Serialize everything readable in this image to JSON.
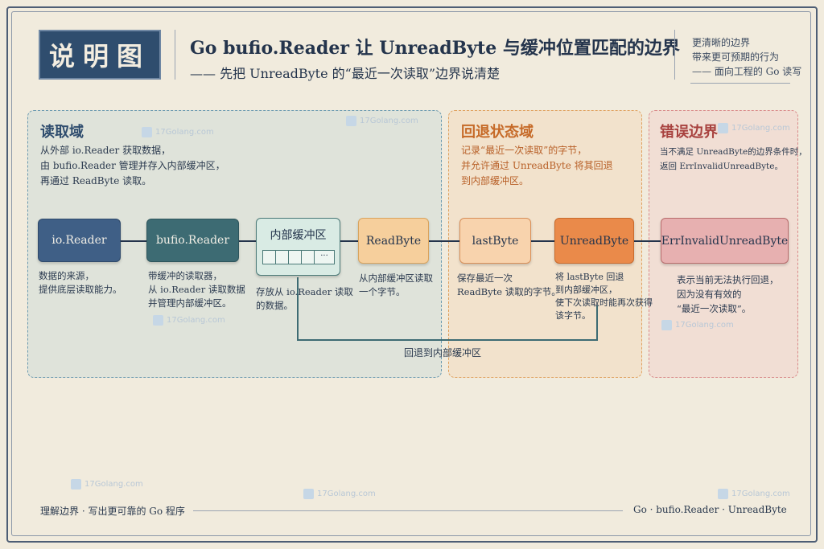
{
  "badge": "说明图",
  "header": {
    "title": "Go bufio.Reader 让 UnreadByte 与缓冲位置匹配的边界",
    "subtitle": "—— 先把 UnreadByte 的“最近一次读取”边界说清楚"
  },
  "slogan": {
    "line1": "更清晰的边界",
    "line2": "带来更可预期的行为",
    "line3": "—— 面向工程的 Go 读写"
  },
  "regions": {
    "read": {
      "title": "读取域",
      "desc": [
        "从外部 io.Reader 获取数据，",
        "由 bufio.Reader 管理并存入内部缓冲区，",
        "再通过 ReadByte 读取。"
      ]
    },
    "rollback": {
      "title": "回退状态域",
      "desc": [
        "记录“最近一次读取”的字节，",
        "并允许通过 UnreadByte 将其回退",
        "到内部缓冲区。"
      ]
    },
    "error": {
      "title": "错误边界",
      "desc": [
        "当不满足 UnreadByte的边界条件时，",
        "返回 ErrInvalidUnreadByte。"
      ]
    }
  },
  "nodes": {
    "io_reader": {
      "label": "io.Reader",
      "caption": [
        "数据的来源，",
        "提供底层读取能力。"
      ]
    },
    "bufio_reader": {
      "label": "bufio.Reader",
      "caption": [
        "带缓冲的读取器，",
        "从 io.Reader 读取数据",
        "并管理内部缓冲区。"
      ]
    },
    "buffer": {
      "label": "内部缓冲区",
      "ellipsis": "···",
      "caption": [
        "存放从 io.Reader 读取",
        "的数据。"
      ]
    },
    "readbyte": {
      "label": "ReadByte",
      "caption": [
        "从内部缓冲区读取",
        "一个字节。"
      ]
    },
    "lastbyte": {
      "label": "lastByte",
      "caption": [
        "保存最近一次",
        "ReadByte 读取的字节。"
      ]
    },
    "unreadbyte": {
      "label": "UnreadByte",
      "caption": [
        "将 lastByte 回退",
        "到内部缓冲区，",
        "使下次读取时能再次获得",
        "该字节。"
      ]
    },
    "errinvalid": {
      "label": "ErrInvalidUnreadByte",
      "caption": [
        "表示当前无法执行回退，",
        "因为没有有效的",
        "“最近一次读取”。"
      ]
    }
  },
  "return_label": "回退到内部缓冲区",
  "watermark": "17Golang.com",
  "footer": {
    "left": "理解边界 · 写出更可靠的 Go 程序",
    "right": "Go · bufio.Reader · UnreadByte"
  },
  "colors": {
    "navy": "#2f4d6e",
    "teal": "#3d6b73",
    "orange": "#ea8a4a",
    "red_region": "#d98a8a",
    "background": "#f1ebdd"
  }
}
